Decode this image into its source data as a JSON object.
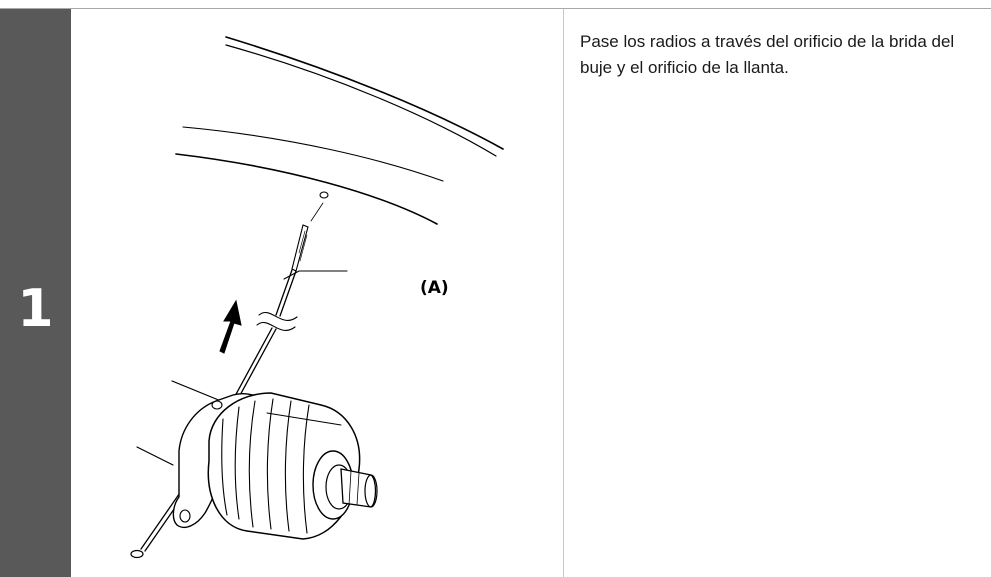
{
  "step": {
    "number": "1",
    "callout_label": "(A)",
    "instruction": "Pase los radios a través del orificio de la brida del buje y el orificio de la llanta."
  },
  "colors": {
    "step_bar": "#595959",
    "line_art": "#000000"
  }
}
